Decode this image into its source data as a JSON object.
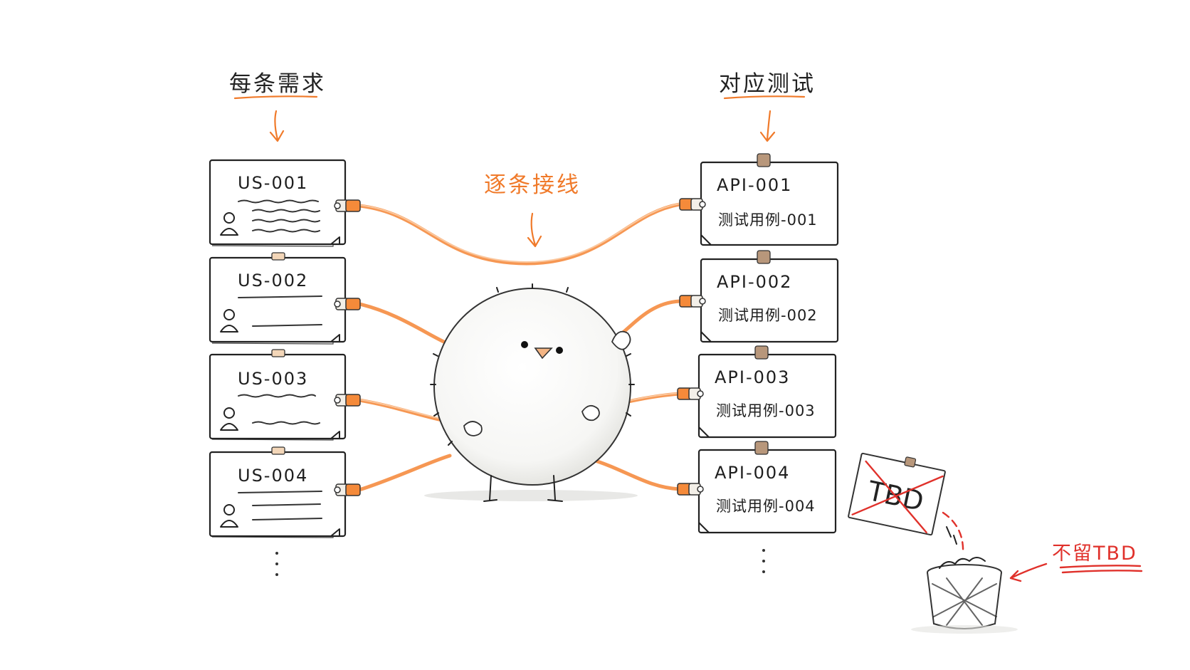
{
  "headings": {
    "left": "每条需求",
    "right": "对应测试",
    "middle": "逐条接线"
  },
  "requirements": [
    {
      "id": "US-001"
    },
    {
      "id": "US-002"
    },
    {
      "id": "US-003"
    },
    {
      "id": "US-004"
    }
  ],
  "tests": [
    {
      "id": "API-001",
      "case": "测试用例-001"
    },
    {
      "id": "API-002",
      "case": "测试用例-002"
    },
    {
      "id": "API-003",
      "case": "测试用例-003"
    },
    {
      "id": "API-004",
      "case": "测试用例-004"
    }
  ],
  "discarded_note": {
    "label": "TBD"
  },
  "annotation": "不留TBD",
  "colors": {
    "cable": "#f5914a",
    "accent_orange": "#f07a2a",
    "accent_red": "#e0312b",
    "ink": "#222222"
  }
}
